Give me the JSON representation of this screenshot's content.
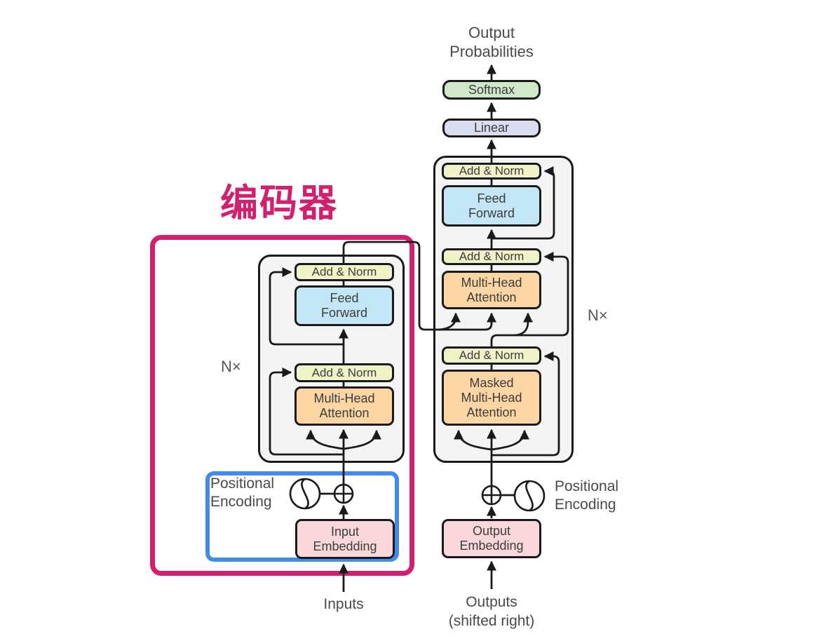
{
  "annotation": {
    "encoder_label": "编码器"
  },
  "head": {
    "output_probabilities_line1": "Output",
    "output_probabilities_line2": "Probabilities",
    "softmax": "Softmax",
    "linear": "Linear"
  },
  "blocks": {
    "add_norm": "Add & Norm",
    "feed_forward": {
      "line1": "Feed",
      "line2": "Forward"
    },
    "multi_head_attention": {
      "line1": "Multi-Head",
      "line2": "Attention"
    },
    "masked_multi_head_attention": {
      "line1": "Masked",
      "line2": "Multi-Head",
      "line3": "Attention"
    },
    "input_embedding": {
      "line1": "Input",
      "line2": "Embedding"
    },
    "output_embedding": {
      "line1": "Output",
      "line2": "Embedding"
    }
  },
  "side_labels": {
    "n_times": "N×",
    "positional_encoding": {
      "line1": "Positional",
      "line2": "Encoding"
    },
    "inputs": "Inputs",
    "outputs_line1": "Outputs",
    "outputs_line2": "(shifted right)"
  },
  "colors": {
    "highlight_magenta": "#d21f6f",
    "highlight_blue": "#418ceb",
    "add_norm_fill": "#f0f2c8",
    "feed_forward_fill": "#c2e6f5",
    "attention_fill": "#fbd5a4",
    "softmax_fill": "#cfe9c8",
    "linear_fill": "#dadcef",
    "embedding_fill": "#f9d7db",
    "container_fill": "#f4f4f4",
    "line_color": "#1a1a1a"
  }
}
